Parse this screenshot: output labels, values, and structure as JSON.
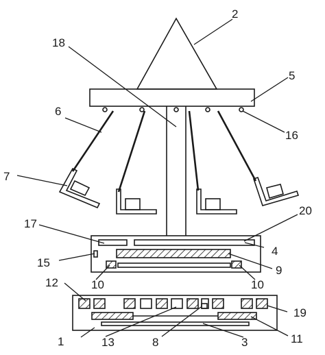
{
  "labels": {
    "l1": "1",
    "l2": "2",
    "l3": "3",
    "l4": "4",
    "l5": "5",
    "l6": "6",
    "l7": "7",
    "l8": "8",
    "l9": "9",
    "l10a": "10",
    "l10b": "10",
    "l11": "11",
    "l12": "12",
    "l13": "13",
    "l15": "15",
    "l16": "16",
    "l17": "17",
    "l18": "18",
    "l19": "19",
    "l20": "20"
  },
  "colors": {
    "line": "#1a1a1a",
    "hatch": "#1a1a1a",
    "background": "#ffffff"
  }
}
